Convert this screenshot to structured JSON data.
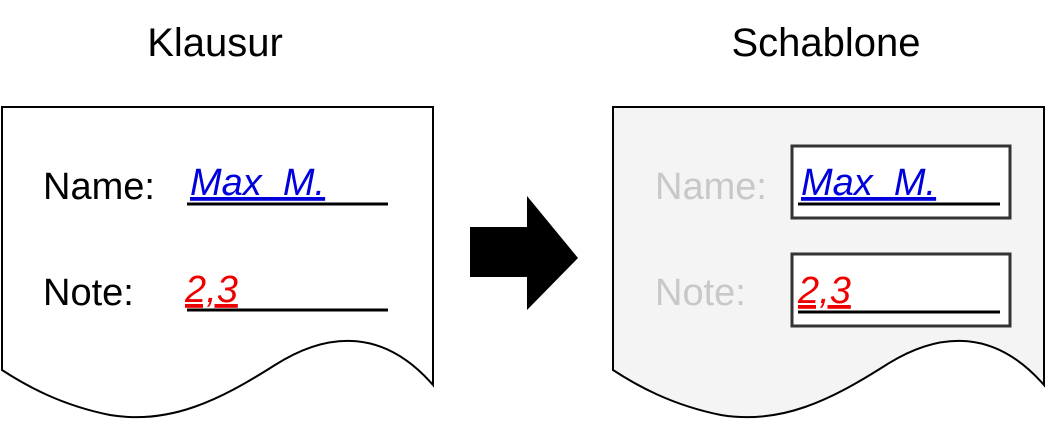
{
  "left": {
    "title": "Klausur",
    "name_label": "Name:",
    "name_value": "Max  M.",
    "grade_label": "Note:",
    "grade_value": "2,3"
  },
  "right": {
    "title": "Schablone",
    "name_label": "Name:",
    "name_value": "Max  M.",
    "grade_label": "Note:",
    "grade_value": "2,3"
  },
  "colors": {
    "name_ink": "#0000dd",
    "grade_ink": "#ee0000",
    "template_fill": "#f4f4f4",
    "faded_label": "#c8c8c8"
  },
  "icons": {
    "arrow": "right-arrow-icon"
  }
}
